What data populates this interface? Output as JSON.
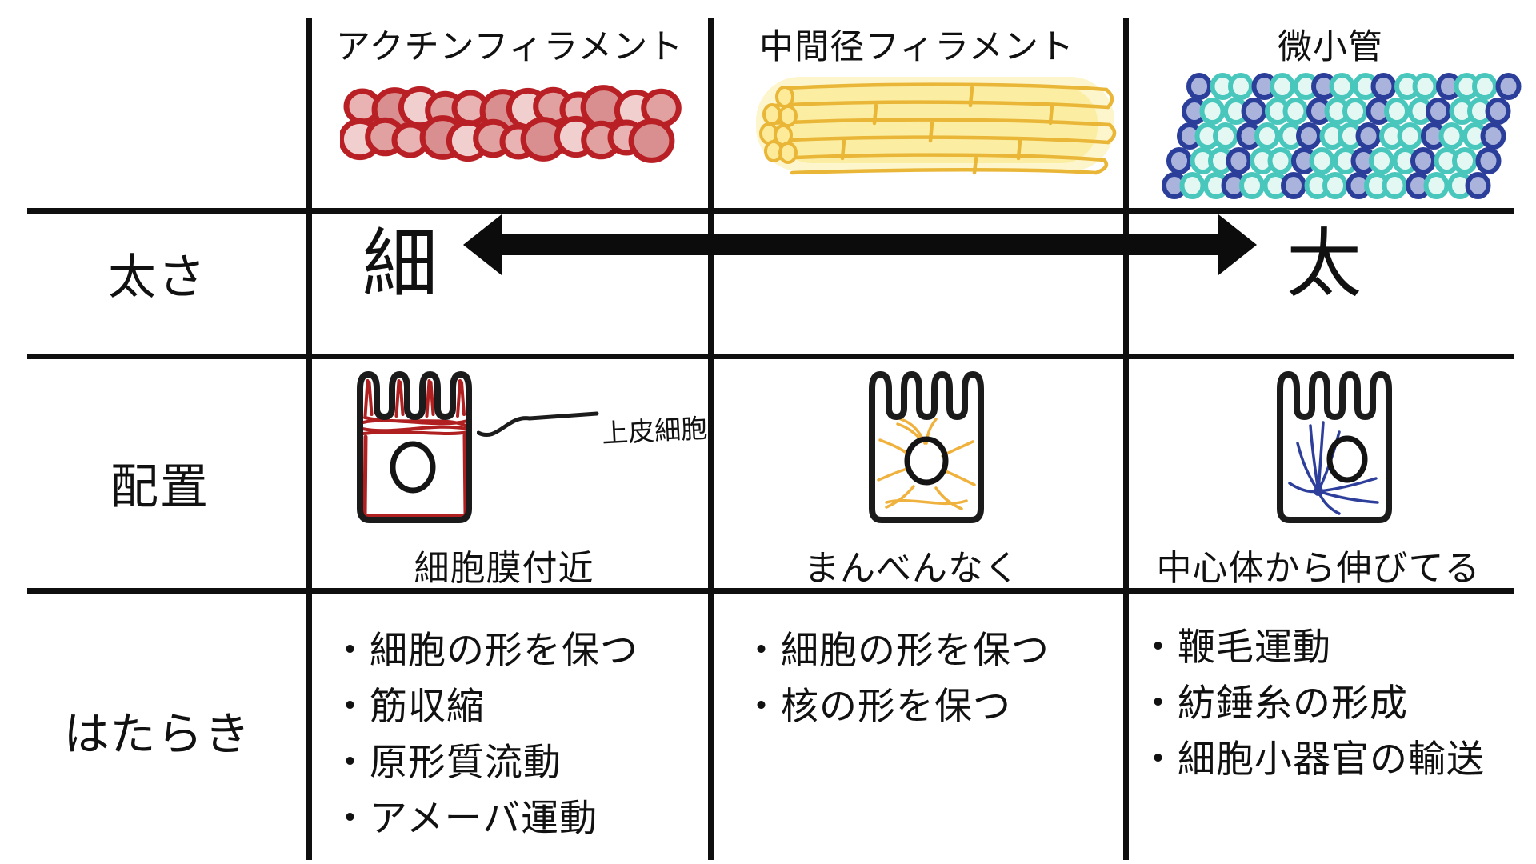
{
  "columns": {
    "actin": {
      "header": "アクチンフィラメント"
    },
    "intermediate": {
      "header": "中間径フィラメント"
    },
    "microtubule": {
      "header": "微小管"
    }
  },
  "rows": {
    "thickness": {
      "label": "太さ",
      "thin": "細",
      "thick": "太"
    },
    "arrangement": {
      "label": "配置",
      "actin_caption": "細胞膜付近",
      "intermediate_caption": "まんべんなく",
      "microtubule_caption": "中心体から伸びてる",
      "annotation": "上皮細胞"
    },
    "function": {
      "label": "はたらき",
      "actin": [
        "・細胞の形を保つ",
        "・筋収縮",
        "・原形質流動",
        "・アメーバ運動"
      ],
      "intermediate": [
        "・細胞の形を保つ",
        "・核の形を保つ"
      ],
      "microtubule": [
        "・鞭毛運動",
        "・紡錘糸の形成",
        "・細胞小器官の輸送"
      ]
    }
  },
  "illustrations": {
    "actin": "red-bead-double-row-filament",
    "intermediate": "yellow-fiber-rope-bundle",
    "microtubule": "cyan-and-blue-bead-lattice",
    "actin_cell": "epithelial-cell-actin-near-membrane-and-microvilli",
    "intermediate_cell": "cell-with-filaments-spread-evenly",
    "microtubule_cell": "cell-with-microtubules-radiating-from-centrosome",
    "thickness_arrow": "double-headed-arrow-thin-to-thick"
  },
  "colors": {
    "grid": "#0f0f0f",
    "actin_stroke": "#b92025",
    "actin_fills": [
      "#e9b3b3",
      "#d98f8f",
      "#f2cfcf",
      "#e2a1a1"
    ],
    "intermediate_stroke": "#e9b637",
    "intermediate_fill": "#fbe98e",
    "microtubule_cyan_stroke": "#49c7bd",
    "microtubule_cyan_fill": "#e4f8f3",
    "microtubule_blue_stroke": "#2b3e99",
    "microtubule_blue_fill": "#a9b3dc",
    "cell_outline": "#1b1b1b",
    "cell_inner_actin": "#b02020",
    "cell_inner_intermediate": "#f0b23e",
    "cell_inner_microtubule": "#2e3f9b"
  }
}
